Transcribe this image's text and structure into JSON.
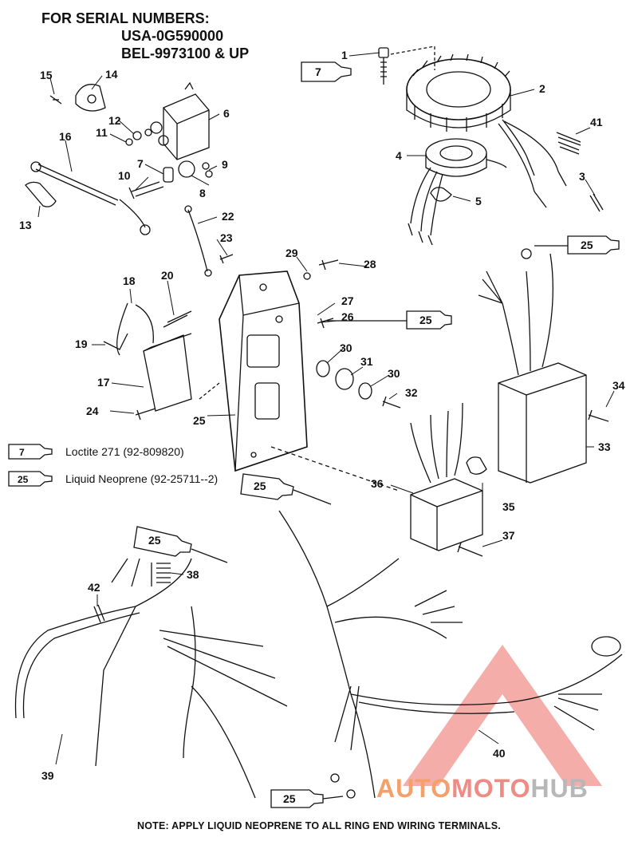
{
  "header": {
    "line1": "FOR SERIAL NUMBERS:",
    "line2": "USA-0G590000",
    "line3": "BEL-9973100 & UP"
  },
  "callouts": [
    "1",
    "2",
    "3",
    "4",
    "5",
    "6",
    "7",
    "8",
    "9",
    "10",
    "11",
    "12",
    "13",
    "14",
    "15",
    "16",
    "17",
    "18",
    "19",
    "20",
    "22",
    "23",
    "24",
    "25",
    "26",
    "27",
    "28",
    "29",
    "30",
    "30",
    "31",
    "32",
    "33",
    "34",
    "35",
    "36",
    "37",
    "38",
    "39",
    "40",
    "41",
    "42"
  ],
  "tube_labels": {
    "loctite": "7",
    "neoprene": "25"
  },
  "legend": [
    {
      "code": "7",
      "text": "Loctite 271 (92-809820)"
    },
    {
      "code": "25",
      "text": "Liquid Neoprene (92-25711--2)"
    }
  ],
  "note": "NOTE: APPLY LIQUID NEOPRENE TO ALL RING END WIRING TERMINALS.",
  "watermark": {
    "part1": "AUTO",
    "part2": "MOTO",
    "part3": "HUB"
  },
  "colors": {
    "ink": "#111111",
    "watermark_red": "#ef8a84",
    "watermark_orange": "#f4a06a",
    "watermark_gray": "#b7b7b7"
  }
}
